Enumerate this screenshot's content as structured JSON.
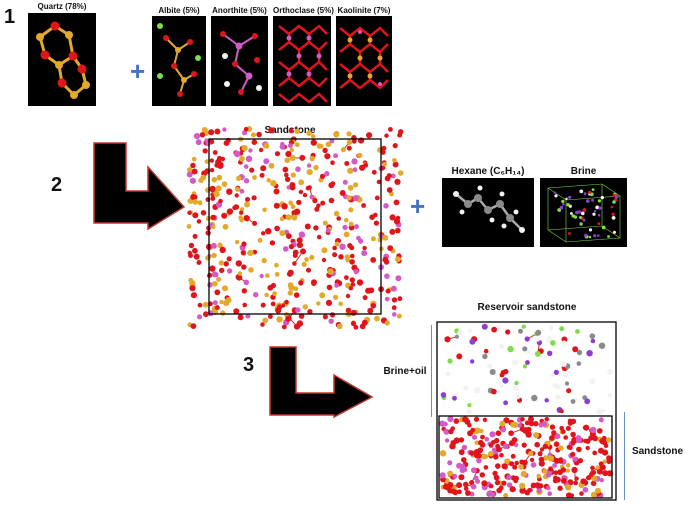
{
  "steps": [
    "1",
    "2",
    "3"
  ],
  "minerals": [
    {
      "name": "Quartz (78%)"
    },
    {
      "name": "Albite (5%)"
    },
    {
      "name": "Anorthite (5%)"
    },
    {
      "name": "Orthoclase (5%)"
    },
    {
      "name": "Kaolinite (7%)"
    }
  ],
  "sandstone_title": "Sandstone",
  "fluids": {
    "hexane_label": "Hexane (C₆H₁₄)",
    "brine_label": "Brine"
  },
  "reservoir": {
    "title": "Reservoir sandstone",
    "brine_oil_label": "Brine+oil",
    "sandstone_label": "Sandstone"
  },
  "plus_symbol": "+",
  "colors": {
    "oxygen": "#e0151c",
    "silicon": "#e3a92b",
    "aluminum": "#d45ac8",
    "sodium_chloride": "#7fdc4a",
    "hydrogen": "#f2f2f2",
    "carbon": "#8a8a8a",
    "potassium": "#8a3fd1",
    "arrow_fill": "#000000",
    "arrow_edge": "#c0392b",
    "plus": "#4472c4",
    "bracket": "#6d8fcf"
  }
}
